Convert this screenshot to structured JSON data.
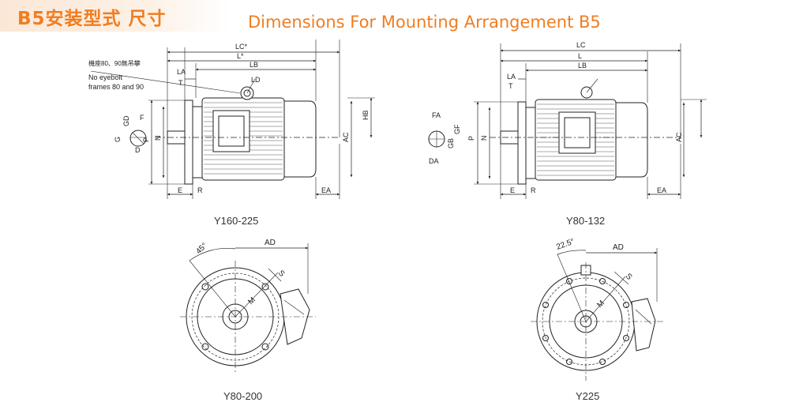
{
  "header": {
    "title_cn": "B5安装型式 尺寸",
    "title_en": "Dimensions For Mounting Arrangement B5"
  },
  "drawings": {
    "side_large": {
      "model": "Y160-225",
      "note_cn": "機座80、90無吊攀",
      "note_en_1": "No eyebolt",
      "note_en_2": "frames 80 and 90",
      "dims": {
        "lc": "LC*",
        "l": "L*",
        "lb": "LB",
        "la": "LA",
        "t": "T",
        "ld": "LD",
        "hb": "HB",
        "ac": "AC",
        "e": "E",
        "r": "R",
        "ea": "EA",
        "p": "P",
        "n": "N",
        "gd": "GD",
        "f": "F",
        "g": "G",
        "d": "D"
      }
    },
    "side_small": {
      "model": "Y80-132",
      "dims": {
        "lc": "LC",
        "l": "L",
        "lb": "LB",
        "la": "LA",
        "t": "T",
        "fa": "FA",
        "gb": "GB",
        "gf": "GF",
        "da": "DA",
        "p": "P",
        "n": "N",
        "ac": "AC",
        "e": "E",
        "r": "R",
        "ea": "EA"
      }
    },
    "front_left": {
      "model": "Y80-200",
      "dims": {
        "angle": "45°",
        "ad": "AD",
        "s": "S",
        "m": "M"
      }
    },
    "front_right": {
      "model": "Y225",
      "dims": {
        "angle": "22.5°",
        "ad": "AD",
        "s": "S",
        "m": "M"
      }
    }
  }
}
